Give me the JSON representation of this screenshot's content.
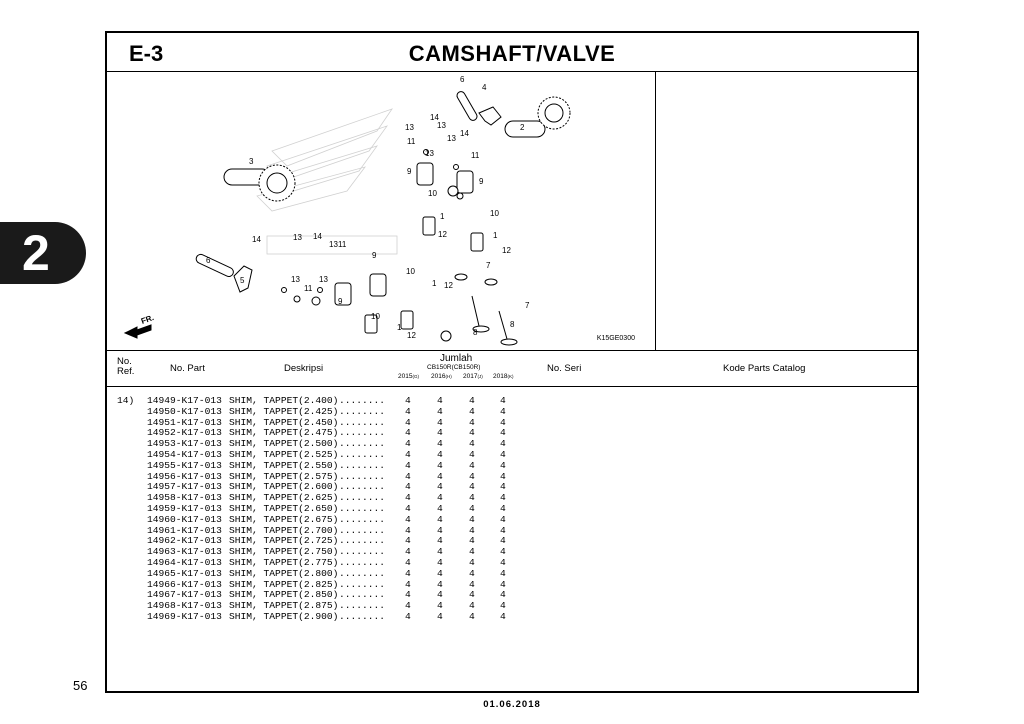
{
  "section_tab": "2",
  "header": {
    "code": "E-3",
    "title": "CAMSHAFT/VALVE"
  },
  "illustration": {
    "code": "K15GE0300",
    "direction_label": "FR.",
    "callouts": [
      "6",
      "4",
      "2",
      "14",
      "13",
      "13",
      "14",
      "11",
      "13",
      "13",
      "11",
      "3",
      "9",
      "9",
      "10",
      "10",
      "1",
      "1",
      "12",
      "12",
      "14",
      "13",
      "14",
      "13",
      "11",
      "9",
      "10",
      "6",
      "13",
      "11",
      "13",
      "9",
      "1",
      "12",
      "7",
      "5",
      "10",
      "1",
      "12",
      "8",
      "7",
      "8"
    ]
  },
  "columns": {
    "no_ref": "No.\nRef.",
    "no_part": "No. Part",
    "description": "Deskripsi",
    "quantity": "Jumlah",
    "models": "CB150R(CB150R)",
    "year1": "2015",
    "year1_suffix": "(G)",
    "year2": "2016",
    "year2_suffix": "(H)",
    "year3": "2017",
    "year3_suffix": "(J)",
    "year4": "2018",
    "year4_suffix": "(K)",
    "serial": "No. Seri",
    "catalog_code": "Kode Parts Catalog"
  },
  "ref_no": "14)",
  "rows": [
    {
      "part": "14949-K17-013",
      "desc": "SHIM, TAPPET(2.400)",
      "q": [
        "4",
        "4",
        "4",
        "4"
      ]
    },
    {
      "part": "14950-K17-013",
      "desc": "SHIM, TAPPET(2.425)",
      "q": [
        "4",
        "4",
        "4",
        "4"
      ]
    },
    {
      "part": "14951-K17-013",
      "desc": "SHIM, TAPPET(2.450)",
      "q": [
        "4",
        "4",
        "4",
        "4"
      ]
    },
    {
      "part": "14952-K17-013",
      "desc": "SHIM, TAPPET(2.475)",
      "q": [
        "4",
        "4",
        "4",
        "4"
      ]
    },
    {
      "part": "14953-K17-013",
      "desc": "SHIM, TAPPET(2.500)",
      "q": [
        "4",
        "4",
        "4",
        "4"
      ]
    },
    {
      "part": "14954-K17-013",
      "desc": "SHIM, TAPPET(2.525)",
      "q": [
        "4",
        "4",
        "4",
        "4"
      ]
    },
    {
      "part": "14955-K17-013",
      "desc": "SHIM, TAPPET(2.550)",
      "q": [
        "4",
        "4",
        "4",
        "4"
      ]
    },
    {
      "part": "14956-K17-013",
      "desc": "SHIM, TAPPET(2.575)",
      "q": [
        "4",
        "4",
        "4",
        "4"
      ]
    },
    {
      "part": "14957-K17-013",
      "desc": "SHIM, TAPPET(2.600)",
      "q": [
        "4",
        "4",
        "4",
        "4"
      ]
    },
    {
      "part": "14958-K17-013",
      "desc": "SHIM, TAPPET(2.625)",
      "q": [
        "4",
        "4",
        "4",
        "4"
      ]
    },
    {
      "part": "14959-K17-013",
      "desc": "SHIM, TAPPET(2.650)",
      "q": [
        "4",
        "4",
        "4",
        "4"
      ]
    },
    {
      "part": "14960-K17-013",
      "desc": "SHIM, TAPPET(2.675)",
      "q": [
        "4",
        "4",
        "4",
        "4"
      ]
    },
    {
      "part": "14961-K17-013",
      "desc": "SHIM, TAPPET(2.700)",
      "q": [
        "4",
        "4",
        "4",
        "4"
      ]
    },
    {
      "part": "14962-K17-013",
      "desc": "SHIM, TAPPET(2.725)",
      "q": [
        "4",
        "4",
        "4",
        "4"
      ]
    },
    {
      "part": "14963-K17-013",
      "desc": "SHIM, TAPPET(2.750)",
      "q": [
        "4",
        "4",
        "4",
        "4"
      ]
    },
    {
      "part": "14964-K17-013",
      "desc": "SHIM, TAPPET(2.775)",
      "q": [
        "4",
        "4",
        "4",
        "4"
      ]
    },
    {
      "part": "14965-K17-013",
      "desc": "SHIM, TAPPET(2.800)",
      "q": [
        "4",
        "4",
        "4",
        "4"
      ]
    },
    {
      "part": "14966-K17-013",
      "desc": "SHIM, TAPPET(2.825)",
      "q": [
        "4",
        "4",
        "4",
        "4"
      ]
    },
    {
      "part": "14967-K17-013",
      "desc": "SHIM, TAPPET(2.850)",
      "q": [
        "4",
        "4",
        "4",
        "4"
      ]
    },
    {
      "part": "14968-K17-013",
      "desc": "SHIM, TAPPET(2.875)",
      "q": [
        "4",
        "4",
        "4",
        "4"
      ]
    },
    {
      "part": "14969-K17-013",
      "desc": "SHIM, TAPPET(2.900)",
      "q": [
        "4",
        "4",
        "4",
        "4"
      ]
    }
  ],
  "leader_dots": "........",
  "page_number": "56",
  "date": "01.06.2018"
}
